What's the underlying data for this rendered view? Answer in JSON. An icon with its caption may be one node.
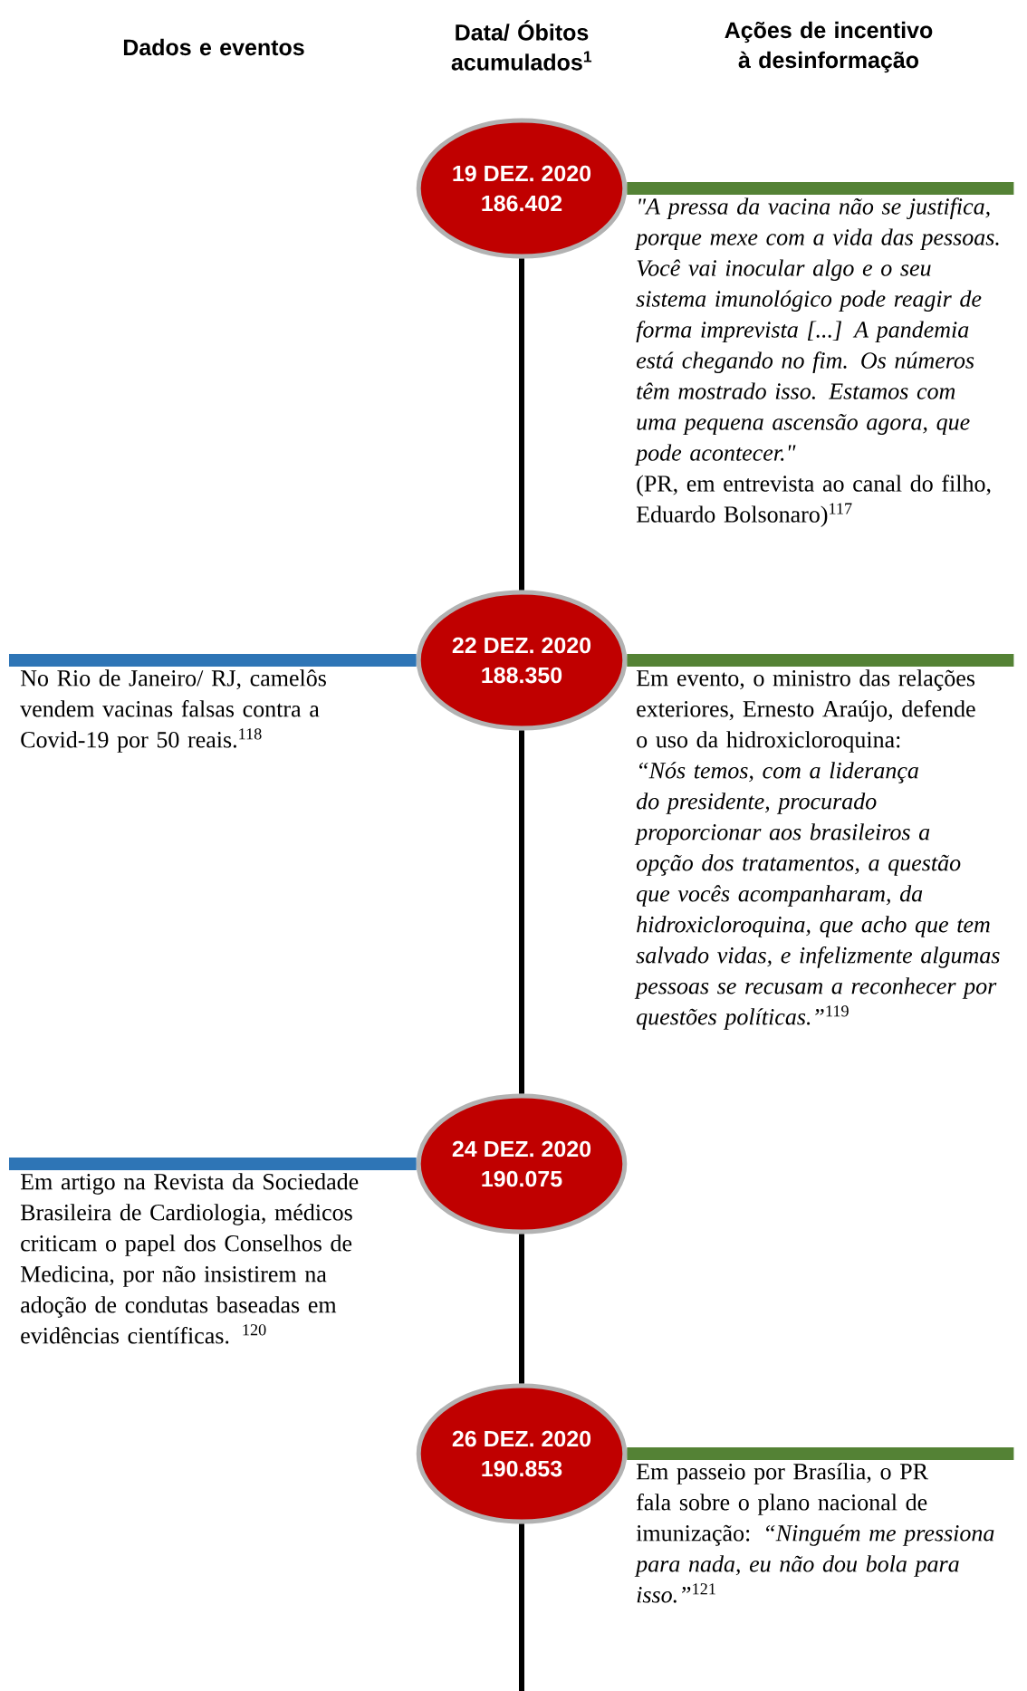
{
  "diagram": {
    "nodes": [
      {
        "text": [
          "19 DEZ. 2020",
          "186.402"
        ]
      },
      {
        "text": [
          "\"A pressa da vacina não se justifica, porque mexe com a vida das pessoas. Você vai inocular algo e o seu sistema imunológico pode reagir de forma imprevista [...] A pandemia está chegando no fim. Os números têm mostrado isso. Estamos com uma pequena ascensão agora, que pode acontecer.\"",
          "(PR, em entrevista ao canal do filho, Eduardo Bolsonaro)$^{117}$"
        ]
      },
      {
        "text": [
          "No Rio de Janeiro/ RJ, camelôs vendem vacinas falsas contra a Covid-19 por 50 reais.$^{118}$"
        ]
      },
      {
        "text": [
          "22 DEZ. 2020",
          "188.350"
        ]
      },
      {
        "text": [
          "Em evento, o ministro das relações exteriores, Ernesto Araújo, defende o uso da hidroxicloroquina: *“Nós temos, com a liderança do presidente, procurado proporcionar aos brasileiros a opção dos tratamentos, a questão que vocês acompanharam, da hidroxicloroquina, que acho que tem salvado vidas, e infelizmente algumas pessoas se recusam a reconhecer por questões políticas.”*$^{119}$"
        ]
      },
      {
        "text": [
          "Em artigo na Revista da Sociedade Brasileira de Cardiologia, médicos criticam o papel dos Conselhos de Medicina, por não insistirem na adoção de condutas baseadas em evidências científicas. $^{120}$"
        ]
      },
      {
        "text": [
          "24 DEZ. 2020",
          "190.075"
        ]
      },
      {
        "text": [
          "26 DEZ. 2020",
          "190.853"
        ]
      },
      {
        "text": [
          "Em passeio por Brasília, o PR fala sobre o plano nacional de imunização: *“Ninguém me pressiona para nada, eu não dou bola para isso.”*$^{121}$"
        ]
      }
    ],
    "edges": [
      {
        "from": 0,
        "to": 1,
        "arrow": "none",
        "color": "#548235"
      },
      {
        "from": 3,
        "to": 2,
        "arrow": "none",
        "color": "#2e75b6"
      },
      {
        "from": 3,
        "to": 4,
        "arrow": "none",
        "color": "#548235"
      },
      {
        "from": 6,
        "to": 5,
        "arrow": "none",
        "color": "#2e75b6"
      },
      {
        "from": 7,
        "to": 8,
        "arrow": "none",
        "color": "#548235"
      },
      {
        "from": 0,
        "to": 3,
        "arrow": "none"
      },
      {
        "from": 3,
        "to": 6,
        "arrow": "none"
      },
      {
        "from": 6,
        "to": 7,
        "arrow": "none"
      },
      {
        "from": 7,
        "to": null,
        "arrow": "none"
      }
    ],
    "labels": [
      "Dados e eventos",
      "Data/ Óbitos acumulados$^{1}$",
      "Ações de incentivo à desinformação"
    ]
  }
}
